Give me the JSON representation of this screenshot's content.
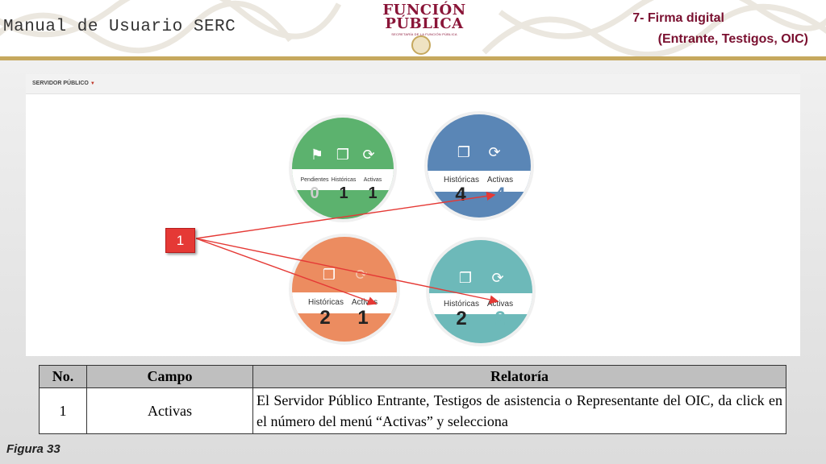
{
  "header": {
    "doc_title": "Manual de Usuario SERC",
    "logo": {
      "line1": "FUNCIÓN",
      "line2": "PÚBLICA",
      "sub": "SECRETARÍA DE LA FUNCIÓN PÚBLICA"
    },
    "section_line1": "7- Firma digital",
    "section_line2": "(Entrante, Testigos, OIC)"
  },
  "screenshot": {
    "user_menu": "SERVIDOR PÚBLICO",
    "badges": [
      {
        "id": "green",
        "color": "#5cb26e",
        "labels": [
          "Pendientes",
          "Históricas",
          "Activas"
        ],
        "values": [
          "0",
          "1",
          "1"
        ]
      },
      {
        "id": "blue",
        "color": "#5a86b6",
        "labels": [
          "Históricas",
          "Activas"
        ],
        "values": [
          "4",
          "4"
        ]
      },
      {
        "id": "orange",
        "color": "#ec8c60",
        "labels": [
          "Históricas",
          "Activas"
        ],
        "values": [
          "2",
          "1"
        ]
      },
      {
        "id": "teal",
        "color": "#6db9b9",
        "labels": [
          "Históricas",
          "Activas"
        ],
        "values": [
          "2",
          "2"
        ]
      }
    ],
    "callout": "1"
  },
  "table": {
    "headers": [
      "No.",
      "Campo",
      "Relatoría"
    ],
    "rows": [
      {
        "no": "1",
        "campo": "Activas",
        "relatoria": "El Servidor Público Entrante, Testigos de asistencia o Representante del OIC, da click en el número del menú “Activas” y selecciona"
      }
    ]
  },
  "caption": "Figura 33",
  "colors": {
    "accent": "#7a1030",
    "gold": "#c6a85e",
    "callout": "#e53935"
  }
}
